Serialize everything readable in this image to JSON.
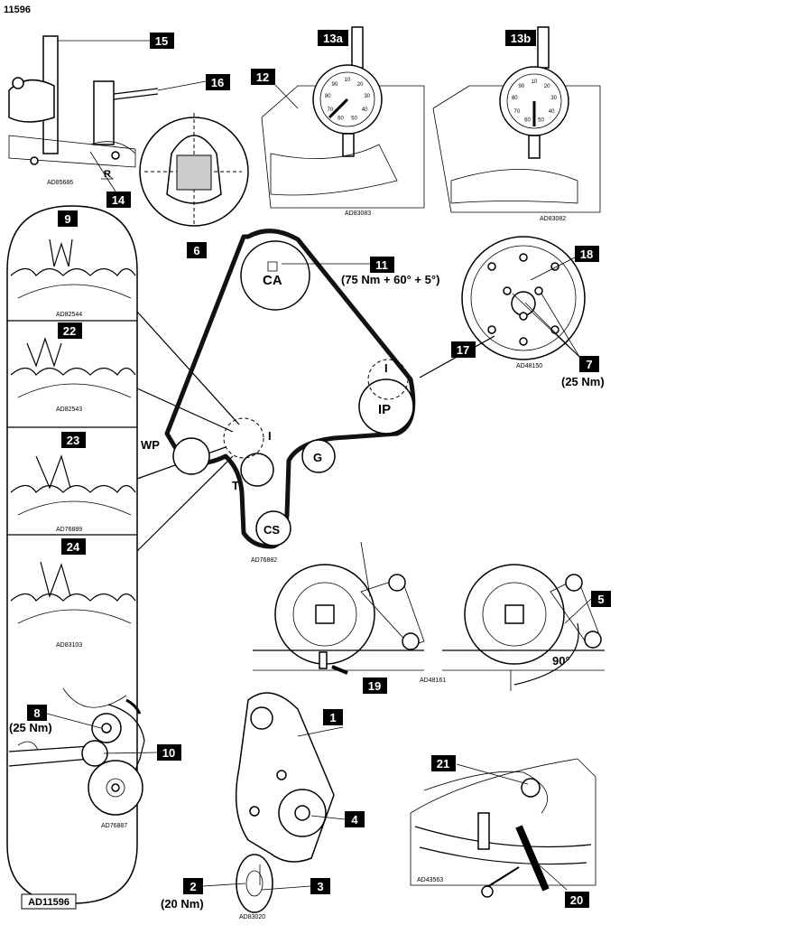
{
  "header": {
    "doc_id": "11596",
    "footer_code": "AD11596"
  },
  "callouts": {
    "c1": "1",
    "c2": "2",
    "c3": "3",
    "c4": "4",
    "c5": "5",
    "c6": "6",
    "c7": "7",
    "c8": "8",
    "c9": "9",
    "c10": "10",
    "c11": "11",
    "c12": "12",
    "c13a": "13a",
    "c13b": "13b",
    "c14": "14",
    "c15": "15",
    "c16": "16",
    "c17": "17",
    "c18": "18",
    "c19": "19",
    "c20": "20",
    "c21": "21",
    "c22": "22",
    "c23": "23",
    "c24": "24"
  },
  "pulleys": {
    "ca": "CA",
    "ip": "IP",
    "wp": "WP",
    "g": "G",
    "t": "T",
    "cs": "CS"
  },
  "torques": {
    "t11": "(75 Nm + 60° + 5°)",
    "t7": "(25 Nm)",
    "t8": "(25 Nm)",
    "t2": "(20 Nm)",
    "angle": "90°"
  },
  "refs": {
    "r1": "AD85686",
    "r2": "AD83083",
    "r3": "AD83082",
    "r4": "AD82544",
    "r5": "AD82543",
    "r6": "AD76889",
    "r7": "AD83103",
    "r8": "AD76882",
    "r9": "AD48150",
    "r10": "AD48161",
    "r11": "AD76887",
    "r12": "AD83020",
    "r13": "AD43563"
  },
  "markers": {
    "m1": "I",
    "m2": "I",
    "m3": "R"
  },
  "dial_scales": {
    "a": [
      "10",
      "20",
      "30",
      "40",
      "50",
      "60",
      "70",
      "80",
      "90"
    ],
    "b": [
      "10",
      "20",
      "30",
      "40",
      "50",
      "60",
      "70",
      "80",
      "90"
    ]
  }
}
